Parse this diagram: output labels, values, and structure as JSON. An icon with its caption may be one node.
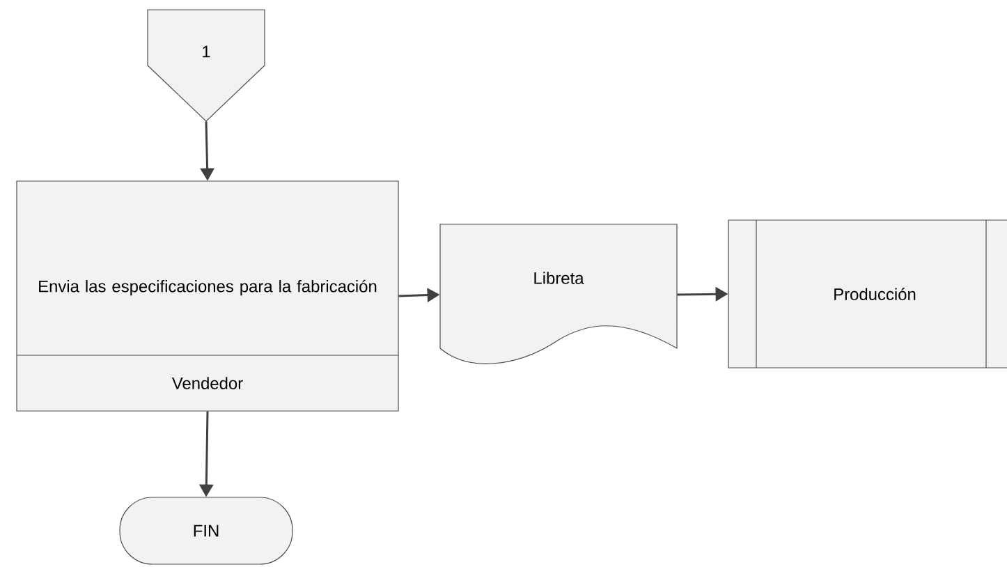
{
  "diagram": {
    "nodes": [
      {
        "text": [
          "1"
        ]
      },
      {
        "text": [
          "Envia las especificaciones para la fabricación",
          "Vendedor"
        ]
      },
      {
        "text": [
          "Libreta"
        ]
      },
      {
        "text": [
          "Producción"
        ]
      },
      {
        "text": [
          "FIN"
        ]
      }
    ],
    "edges": [
      {
        "from": 0,
        "to": 1,
        "arrow": "to"
      },
      {
        "from": 1,
        "to": 2,
        "arrow": "to"
      },
      {
        "from": 2,
        "to": 3,
        "arrow": "to"
      },
      {
        "from": 1,
        "to": 4,
        "arrow": "to"
      }
    ]
  }
}
